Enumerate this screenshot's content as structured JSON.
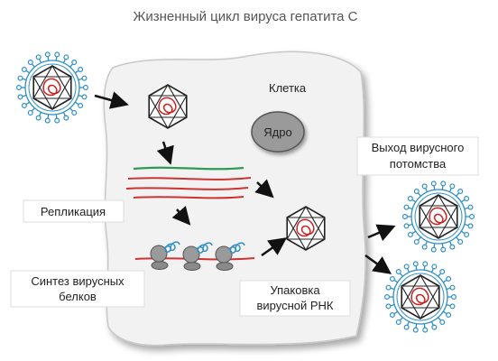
{
  "title": "Жизненный цикл вируса гепатита С",
  "labels": {
    "cell": "Клетка",
    "nucleus": "Ядро",
    "replication": "Репликация",
    "protein_synthesis_line1": "Синтез вирусных",
    "protein_synthesis_line2": "белков",
    "packaging_line1": "Упаковка",
    "packaging_line2": "вирусной РНК",
    "exit_line1": "Выход вирусного",
    "exit_line2": "потомства"
  },
  "colors": {
    "envelope": "#2f8fc4",
    "capsid": "#222222",
    "rna": "#cc2222",
    "strand_green": "#2e9a55",
    "strand_red": "#cc3333",
    "ribosome": "#777777",
    "cell_fill": "#f2f2f2",
    "nucleus_fill": "#9a9a9a"
  }
}
